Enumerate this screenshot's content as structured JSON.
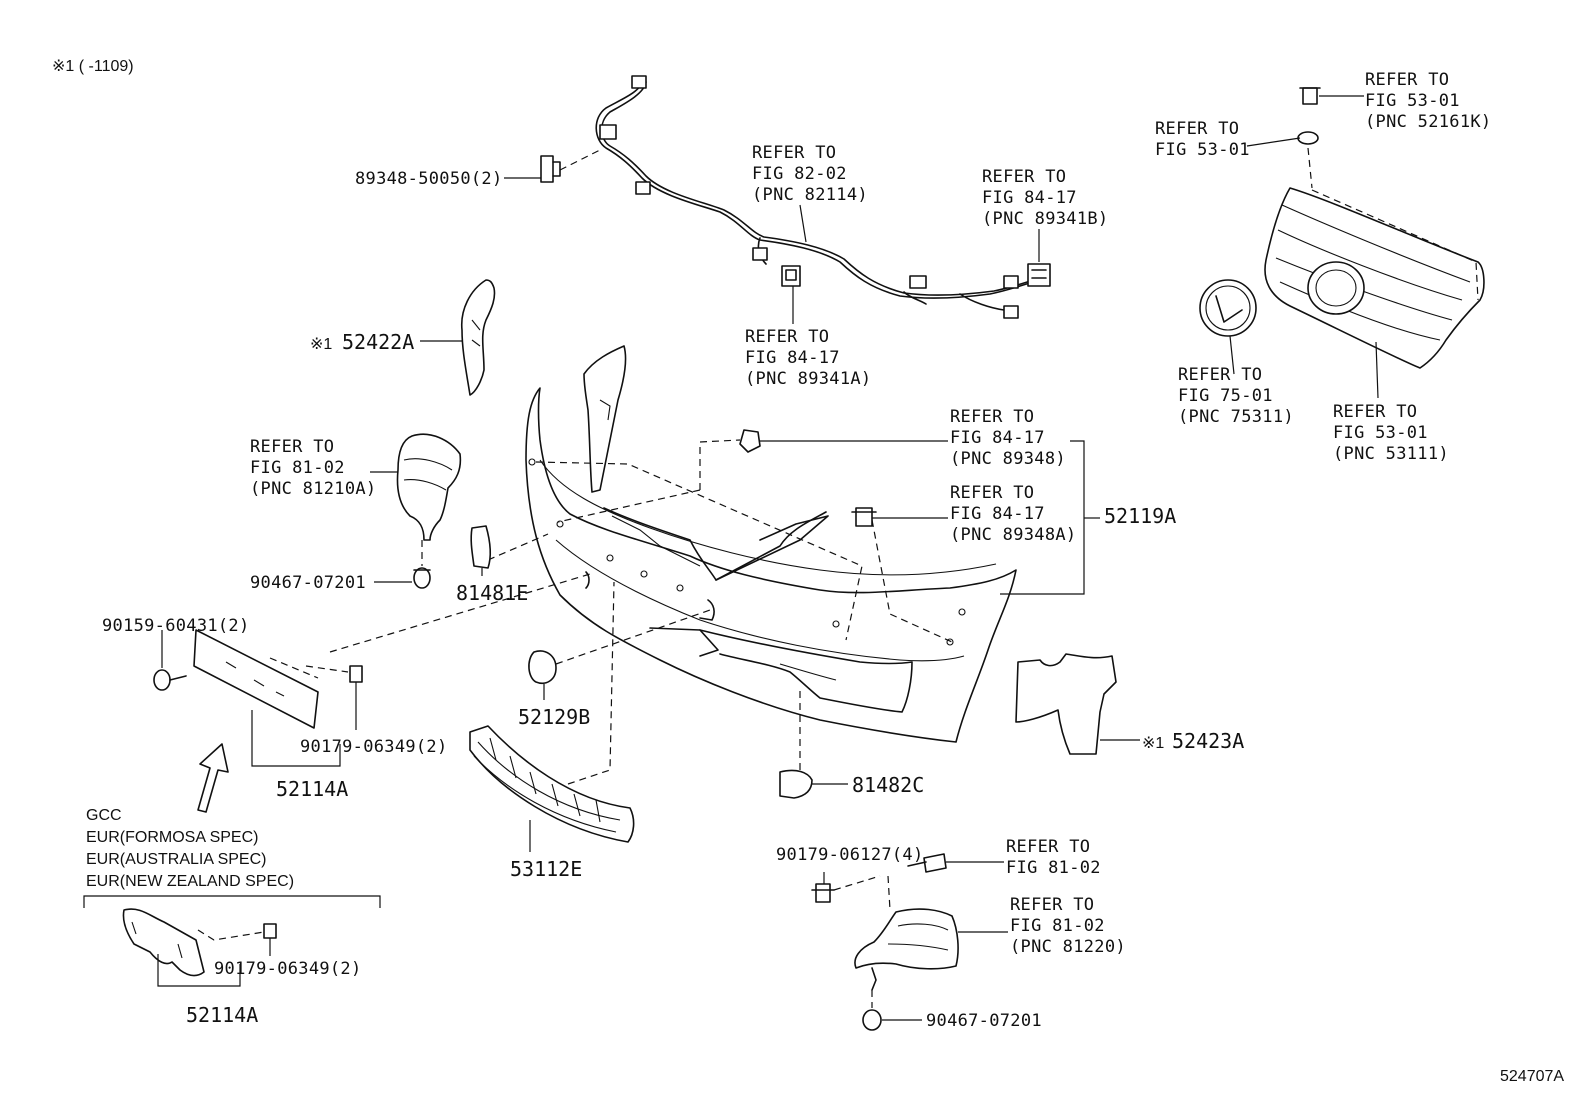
{
  "header_note": "※1 (      -1109)",
  "labels": {
    "p89348": "89348-50050(2)",
    "ref82_l1": "REFER TO",
    "ref82_l2": "FIG 82-02",
    "ref82_l3": "(PNC 82114)",
    "ref8417b_l1": "REFER TO",
    "ref8417b_l2": "FIG 84-17",
    "ref8417b_l3": "(PNC 89341B)",
    "ref8417a_l1": "REFER TO",
    "ref8417a_l2": "FIG 84-17",
    "ref8417a_l3": "(PNC 89341A)",
    "ref5301k_l1": "REFER TO",
    "ref5301k_l2": "FIG 53-01",
    "ref5301k_l3": "(PNC 52161K)",
    "ref5301_l1": "REFER TO",
    "ref5301_l2": "FIG 53-01",
    "ref7501_l1": "REFER TO",
    "ref7501_l2": "FIG 75-01",
    "ref7501_l3": "(PNC 75311)",
    "ref53111_l1": "REFER TO",
    "ref53111_l2": "FIG 53-01",
    "ref53111_l3": "(PNC 53111)",
    "p52422_mark": "※1",
    "p52422": "52422A",
    "ref8102a_l1": "REFER TO",
    "ref8102a_l2": "FIG 81-02",
    "ref8102a_l3": "(PNC 81210A)",
    "p90467a": "90467-07201",
    "ref89348_l1": "REFER TO",
    "ref89348_l2": "FIG 84-17",
    "ref89348_l3": "(PNC 89348)",
    "ref89348a_l1": "REFER TO",
    "ref89348a_l2": "FIG 84-17",
    "ref89348a_l3": "(PNC 89348A)",
    "p52119": "52119A",
    "p81481": "81481E",
    "p90159": "90159-60431(2)",
    "p52129": "52129B",
    "p90179a": "90179-06349(2)",
    "p52114a": "52114A",
    "p53112": "53112E",
    "p81482": "81482C",
    "p52423_mark": "※1",
    "p52423": "52423A",
    "spec_gcc": "GCC",
    "spec_formosa": "EUR(FORMOSA SPEC)",
    "spec_australia": "EUR(AUSTRALIA SPEC)",
    "spec_nz": "EUR(NEW ZEALAND SPEC)",
    "p90179b": "90179-06349(2)",
    "p52114b": "52114A",
    "p90179c": "90179-06127(4)",
    "ref8102b_l1": "REFER TO",
    "ref8102b_l2": "FIG 81-02",
    "ref8102c_l1": "REFER TO",
    "ref8102c_l2": "FIG 81-02",
    "ref8102c_l3": "(PNC 81220)",
    "p90467b": "90467-07201",
    "figure_id": "524707A"
  }
}
